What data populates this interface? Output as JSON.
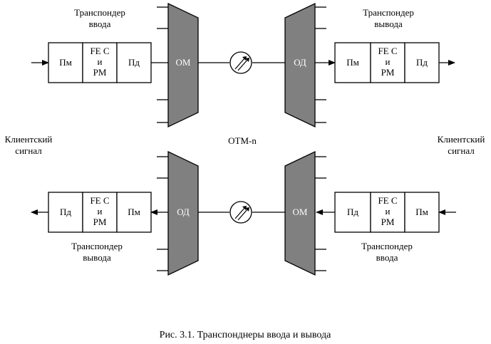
{
  "colors": {
    "multiplexer_fill": "#808080",
    "line": "#000000",
    "background": "#ffffff"
  },
  "top_row": {
    "input_transponder_label": [
      "Транспондер",
      "ввода"
    ],
    "output_transponder_label": [
      "Транспондер",
      "вывода"
    ],
    "input_transponder_blocks": {
      "left": "Пм",
      "middle": [
        "FE C",
        "и",
        "PM"
      ],
      "right": "Пд"
    },
    "multiplexer": "ОМ",
    "demultiplexer": "ОД",
    "output_transponder_blocks": {
      "left": "Пм",
      "middle": [
        "FE C",
        "и",
        "PM"
      ],
      "right": "Пд"
    }
  },
  "middle": {
    "client_signal_left": [
      "Клиентский",
      "сигнал"
    ],
    "client_signal_right": [
      "Клиентский",
      "сигнал"
    ],
    "terminal": "OTM-n"
  },
  "bottom_row": {
    "output_transponder_blocks": {
      "left": "Пд",
      "middle": [
        "FE C",
        "и",
        "PM"
      ],
      "right": "Пм"
    },
    "demultiplexer": "ОД",
    "multiplexer": "ОМ",
    "input_transponder_blocks": {
      "left": "Пд",
      "middle": [
        "FE C",
        "и",
        "PM"
      ],
      "right": "Пм"
    },
    "output_transponder_label": [
      "Транспондер",
      "вывода"
    ],
    "input_transponder_label": [
      "Транспондер",
      "ввода"
    ]
  },
  "caption": "Рис. 3.1. Транспонднеры ввода и вывода"
}
